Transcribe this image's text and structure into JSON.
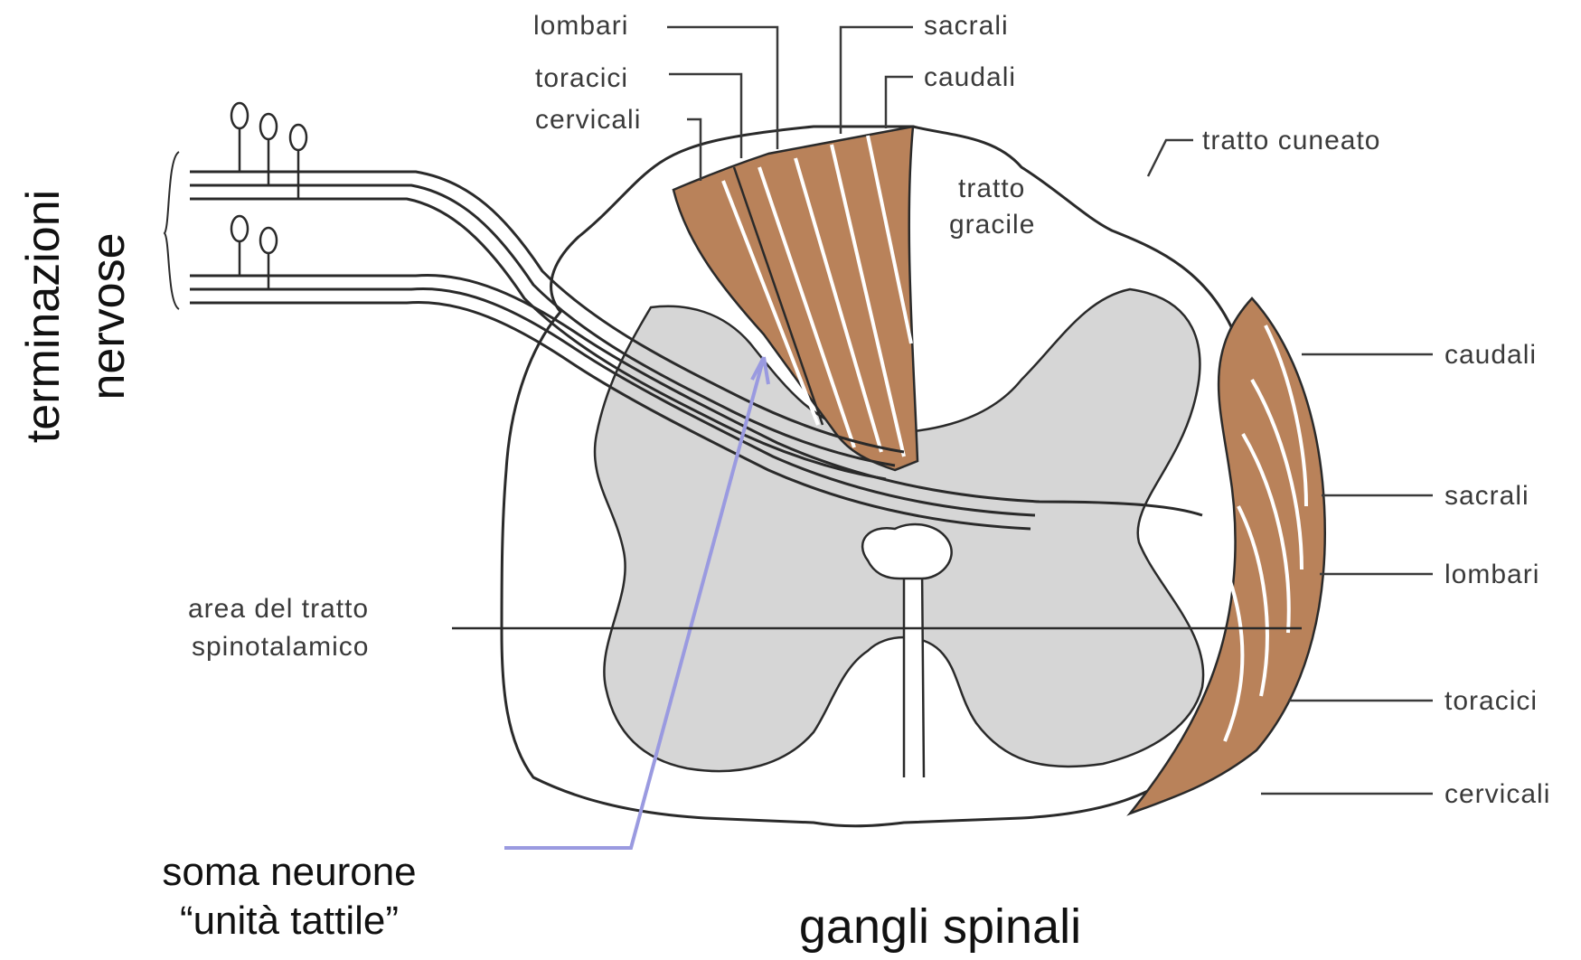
{
  "colors": {
    "tract_fill": "#b9825a",
    "gray_matter": "#d6d6d6",
    "outline": "#2a2a2a",
    "pointer_line": "#9a9ae0"
  },
  "top_labels": {
    "lombari": "lombari",
    "toracici": "toracici",
    "cervicali": "cervicali",
    "sacrali": "sacrali",
    "caudali": "caudali",
    "tratto_cuneato": "tratto cuneato",
    "tratto_gracile_1": "tratto",
    "tratto_gracile_2": "gracile"
  },
  "right_labels": {
    "caudali": "caudali",
    "sacrali": "sacrali",
    "lombari": "lombari",
    "toracici": "toracici",
    "cervicali": "cervicali"
  },
  "left_labels": {
    "spinothalamic_1": "area del tratto",
    "spinothalamic_2": "spinotalamico"
  },
  "captions": {
    "terminazioni": "terminazioni",
    "nervose": "nervose",
    "soma_1": "soma neurone",
    "soma_2": "“unità tattile”",
    "gangli": "gangli spinali"
  }
}
